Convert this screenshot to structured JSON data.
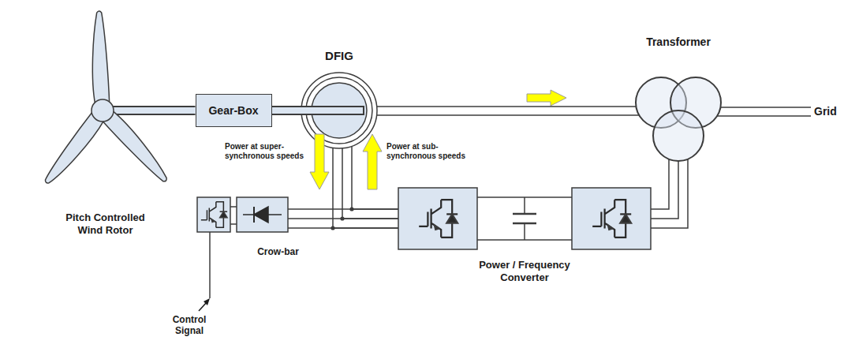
{
  "diagram": {
    "nodes": [
      {
        "text": [
          "Pitch Controlled Wind Rotor"
        ]
      },
      {
        "text": [
          "Gear-Box"
        ]
      },
      {
        "text": [
          "DFIG"
        ]
      },
      {
        "text": [
          "Transformer"
        ]
      },
      {
        "text": [
          "Crow-bar"
        ]
      },
      {
        "text": [
          "Power / Frequency Converter"
        ]
      }
    ],
    "edges": [
      {
        "from": 0,
        "to": 1,
        "arrow": "none"
      },
      {
        "from": 1,
        "to": 2,
        "arrow": "none"
      },
      {
        "from": 2,
        "to": 3,
        "arrow": "none"
      },
      {
        "from": 2,
        "to": 5,
        "arrow": "none"
      },
      {
        "from": 4,
        "to": 5,
        "arrow": "none"
      },
      {
        "from": 5,
        "to": 3,
        "arrow": "none"
      }
    ],
    "labels": [
      "Grid",
      "Control Signal",
      "Power at super-synchronous speeds",
      "Power at sub-synchronous speeds"
    ]
  }
}
